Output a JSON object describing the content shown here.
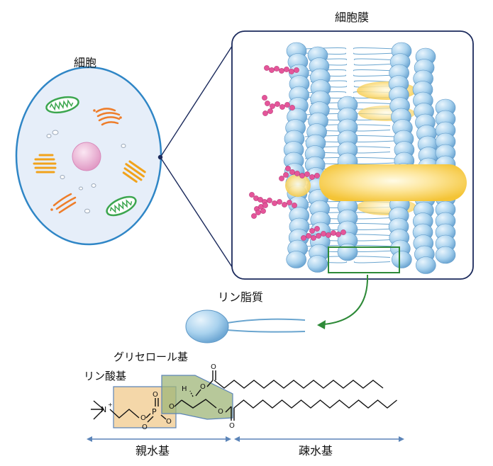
{
  "labels": {
    "cell": "細胞",
    "membrane": "細胞膜",
    "phospholipid": "リン脂質",
    "glycerol_group": "グリセロール基",
    "phosphate_group": "リン酸基",
    "hydrophilic_group": "親水基",
    "hydrophobic_group": "疎水基"
  },
  "chem_labels": {
    "N": "N",
    "plus": "+",
    "P": "P",
    "O": "O",
    "H": "H"
  },
  "colors": {
    "membrane_frame": "#1b2a5c",
    "cell_outline": "#2f86c6",
    "cell_fill": "#e6eef9",
    "lipid_head": "#9cc8e8",
    "lipid_tail": "#6aa5cf",
    "protein": "#f7cf4a",
    "glycan": "#e5559a",
    "mitochondria": "#3ca64f",
    "golgi": "#ee7d2a",
    "er_orange": "#f1a31c",
    "nucleus": "#e9a6cf",
    "highlight_box": "#2e8a38",
    "phosphate_box": "#f0c98c",
    "glycerol_box": "#9fb678",
    "arrow": "#5b84b8"
  }
}
